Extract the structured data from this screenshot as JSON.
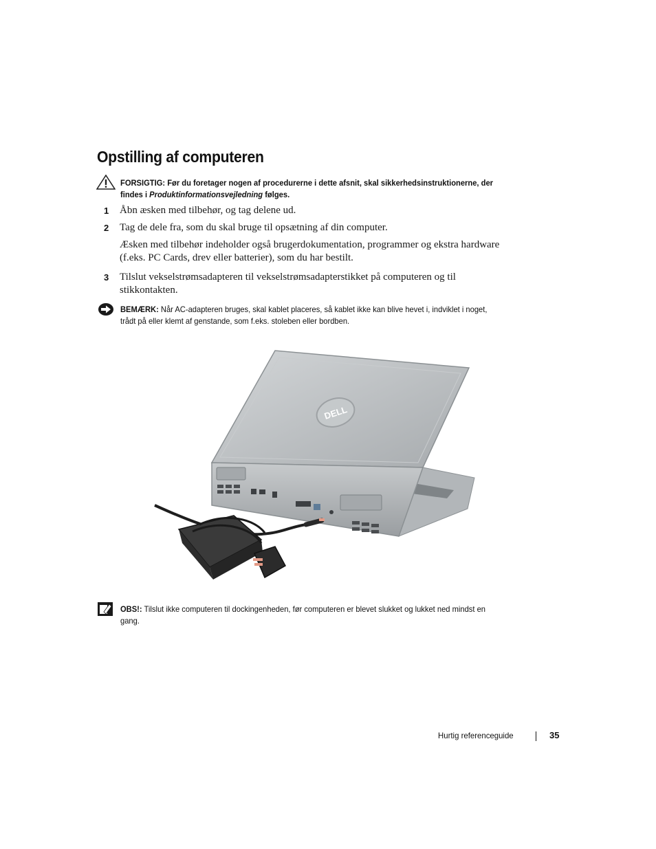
{
  "heading": "Opstilling af computeren",
  "caution": {
    "icon": "warning-triangle-icon",
    "label": "FORSIGTIG:",
    "text_1": " Før du foretager nogen af procedurerne i dette afsnit, skal sikkerhedsinstruktionerne, der findes i ",
    "doc_title": "Produktinformationsvejledning",
    "text_2": " følges."
  },
  "steps": [
    {
      "number": "1",
      "text": "Åbn æsken med tilbehør, og tag delene ud."
    },
    {
      "number": "2",
      "text": "Tag de dele fra, som du skal bruge til opsætning af din computer.",
      "extra": "Æsken med tilbehør indeholder også brugerdokumentation, programmer og ekstra hardware (f.eks. PC Cards, drev eller batterier), som du har bestilt."
    },
    {
      "number": "3",
      "text": "Tilslut vekselstrømsadapteren til vekselstrømsadapterstikket på computeren og til stikkontakten."
    }
  ],
  "notice": {
    "icon": "notice-arrow-icon",
    "label": "BEMÆRK:",
    "text": " Når AC-adapteren bruges, skal kablet placeres, så kablet ikke kan blive hevet i, indviklet i noget, trådt på eller klemt af genstande, som f.eks. stoleben eller bordben."
  },
  "figure": {
    "logo_text": "DELL",
    "colors": {
      "laptop_body": "#b9bdc0",
      "laptop_dark": "#8b9093",
      "adapter": "#3a3a3a",
      "cable": "#1e1e1e",
      "plug_accent": "#e49a86"
    }
  },
  "note": {
    "icon": "note-pencil-icon",
    "label": "OBS!:",
    "text": " Tilslut ikke computeren til dockingenheden, før computeren er blevet slukket og lukket ned mindst en gang."
  },
  "footer": {
    "label": "Hurtig referenceguide",
    "page_number": "35"
  }
}
